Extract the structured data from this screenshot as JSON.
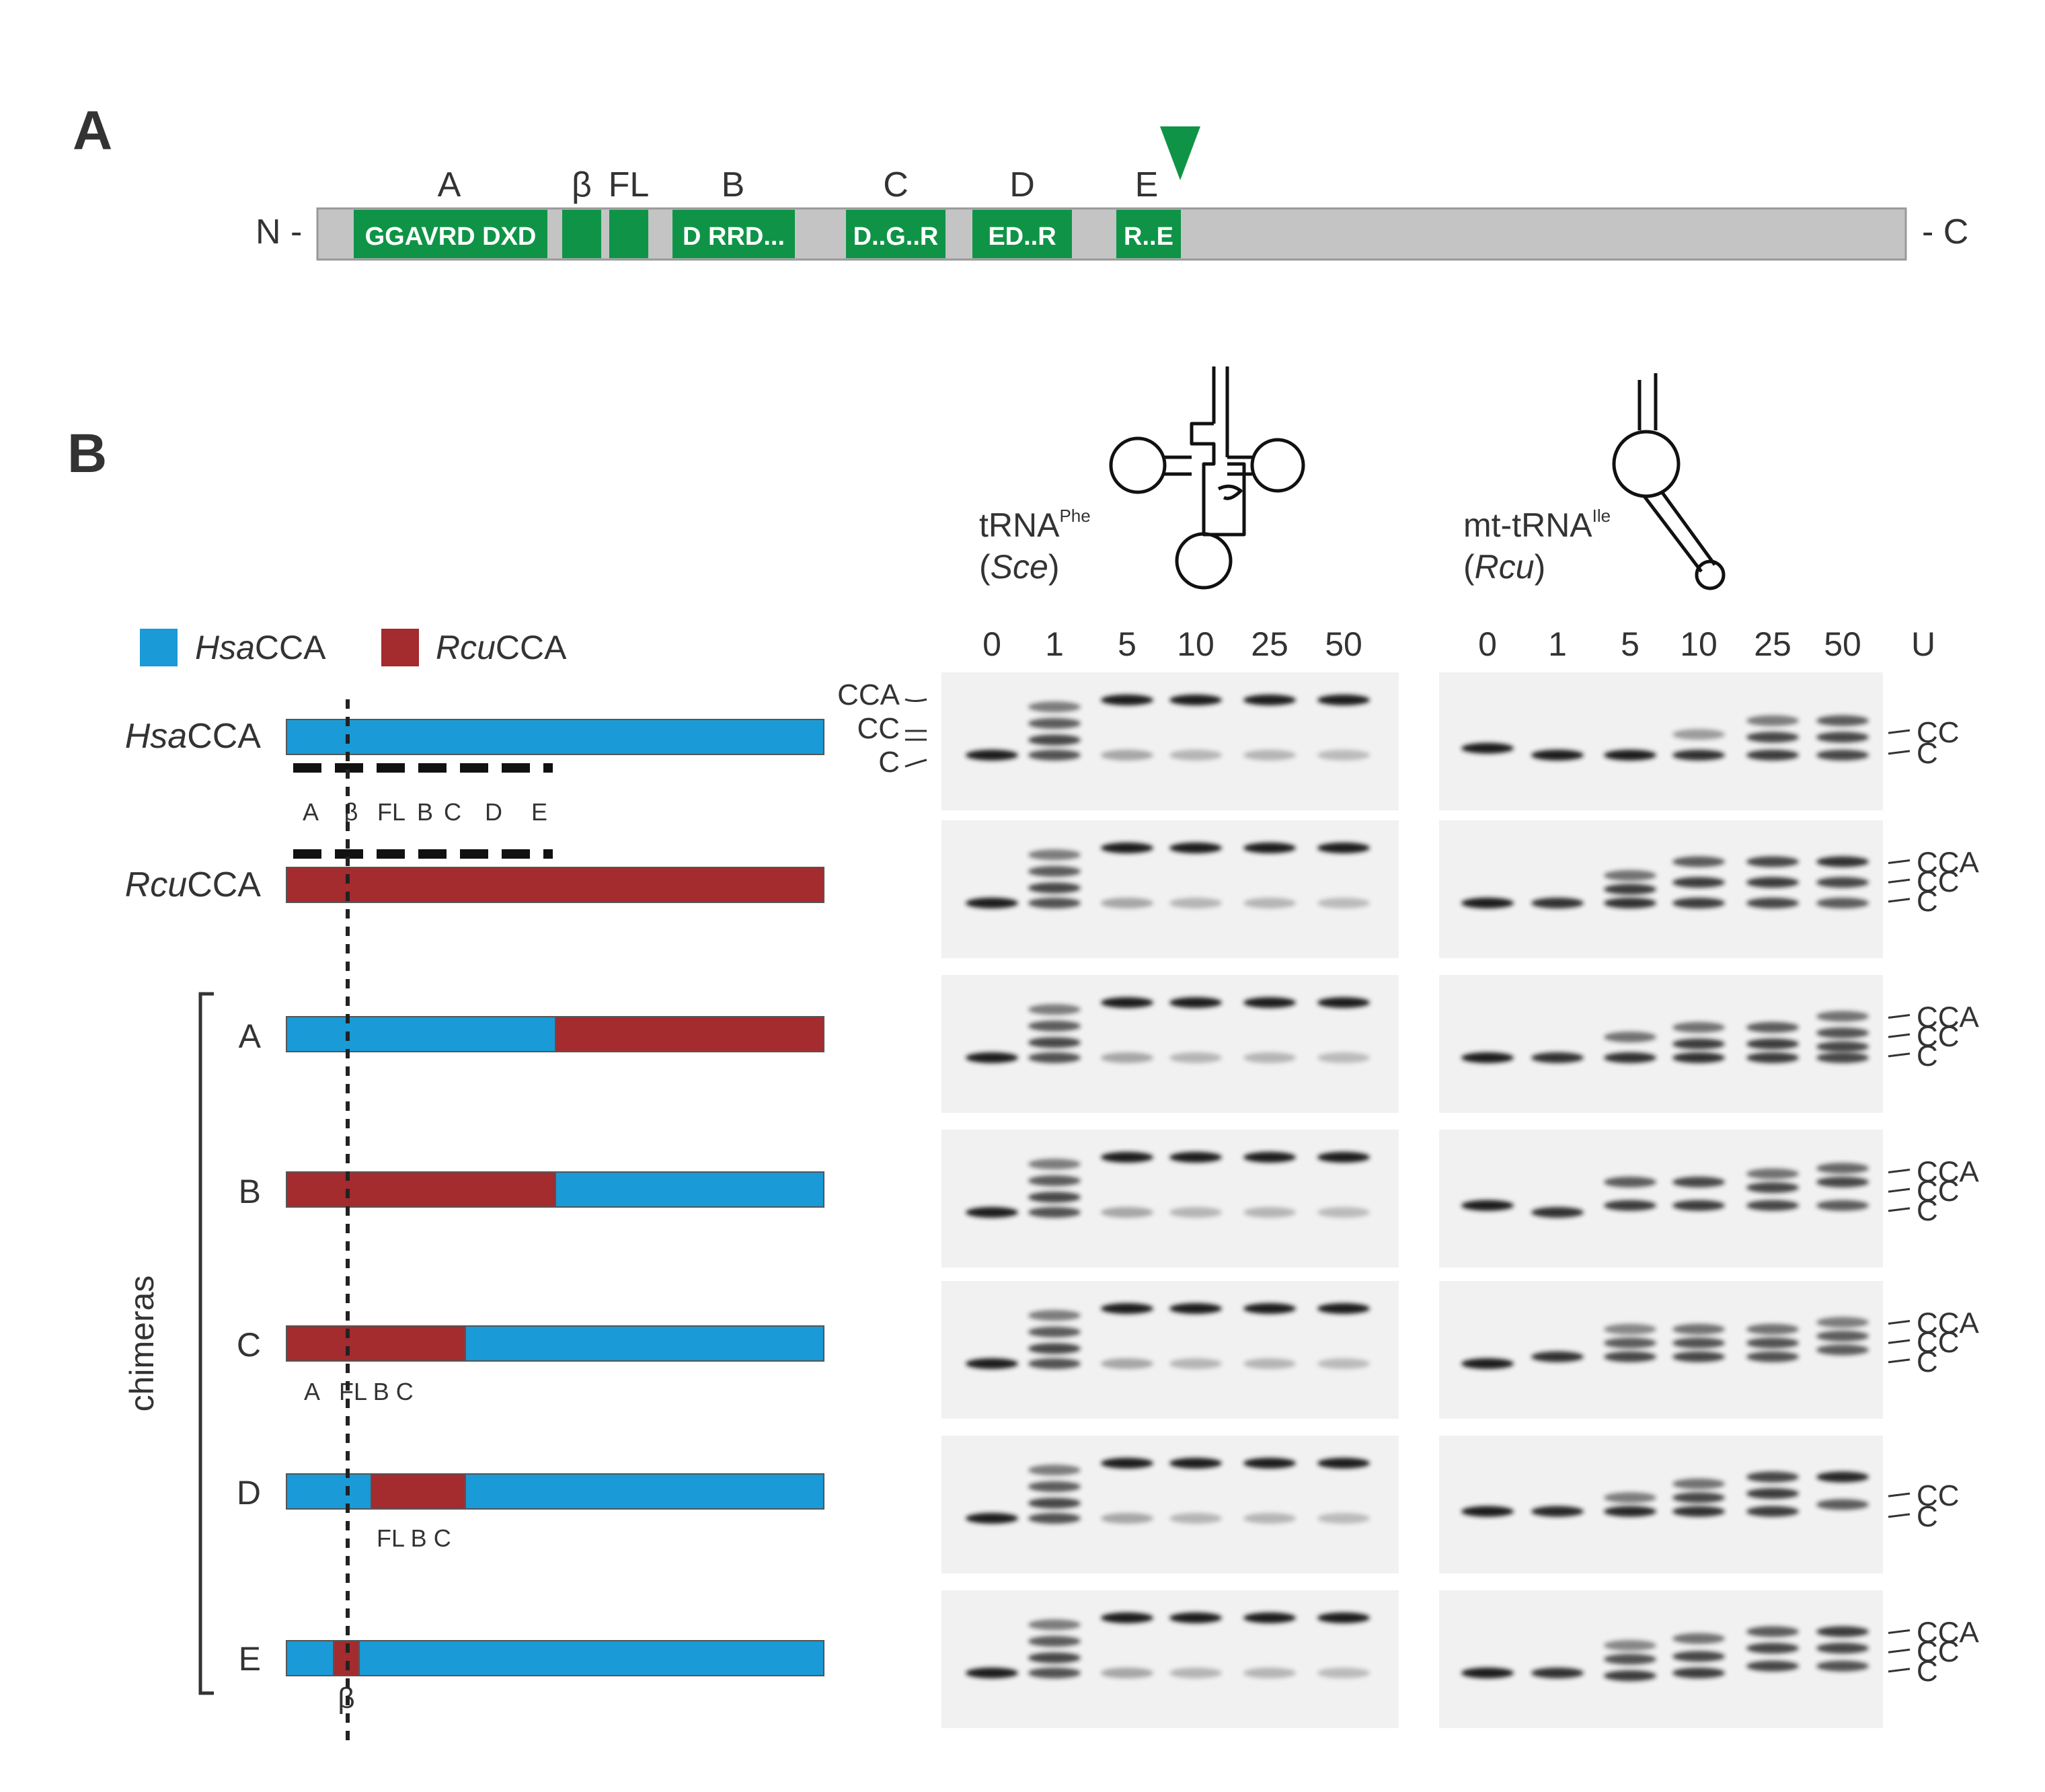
{
  "colors": {
    "hsa": "#1a9ad6",
    "rcu": "#a42b2e",
    "motif": "#0f9447",
    "backbone": "#c4c4c4",
    "band": "#1a1a1a",
    "gel_bg": "#f1f1f1"
  },
  "panel_a": {
    "label": "A",
    "n_term": "N -",
    "c_term": "- C",
    "motifs": [
      {
        "label": "A",
        "seq": "GGAVRD  DXD"
      },
      {
        "label": "β",
        "seq": ""
      },
      {
        "label": "FL",
        "seq": ""
      },
      {
        "label": "B",
        "seq": "D  RRD..."
      },
      {
        "label": "C",
        "seq": "D..G..R"
      },
      {
        "label": "D",
        "seq": "ED..R"
      },
      {
        "label": "E",
        "seq": "R..E"
      }
    ],
    "marker_icon": "green-triangle-down-icon"
  },
  "panel_b": {
    "label": "B",
    "legend": [
      {
        "prefix": "Hsa",
        "suffix": "CCA"
      },
      {
        "prefix": "Rcu",
        "suffix": "CCA"
      }
    ],
    "dashed_motif_labels": [
      "A",
      "β",
      "FL",
      "B",
      "C",
      "D",
      "E"
    ],
    "group_label": "chimeras",
    "constructs": [
      {
        "name_prefix": "Hsa",
        "name_suffix": "CCA",
        "sub": ""
      },
      {
        "name_prefix": "Rcu",
        "name_suffix": "CCA",
        "sub": ""
      },
      {
        "name_prefix": "A",
        "name_suffix": "",
        "sub": ""
      },
      {
        "name_prefix": "B",
        "name_suffix": "",
        "sub": ""
      },
      {
        "name_prefix": "C",
        "name_suffix": "",
        "sub": "A   FL B C"
      },
      {
        "name_prefix": "D",
        "name_suffix": "",
        "sub": "FL B C"
      },
      {
        "name_prefix": "E",
        "name_suffix": "",
        "sub": "β"
      }
    ],
    "gel_left": {
      "title": "tRNA",
      "sup": "Phe",
      "organism": "Sce",
      "lanes": [
        "0",
        "1",
        "5",
        "10",
        "25",
        "50"
      ],
      "markers": [
        "CCA",
        "CC",
        "C"
      ]
    },
    "gel_right": {
      "title": "mt-tRNA",
      "sup": "Ile",
      "organism": "Rcu",
      "lanes": [
        "0",
        "1",
        "5",
        "10",
        "25",
        "50",
        "U"
      ],
      "row_markers": [
        [
          "CC",
          "C"
        ],
        [
          "CCA",
          "CC",
          "C"
        ],
        [
          "CCA",
          "CC",
          "C"
        ],
        [
          "CCA",
          "CC",
          "C"
        ],
        [
          "CCA",
          "CC",
          "C"
        ],
        [
          "CC",
          "C"
        ],
        [
          "CCA",
          "CC",
          "C"
        ]
      ]
    }
  }
}
